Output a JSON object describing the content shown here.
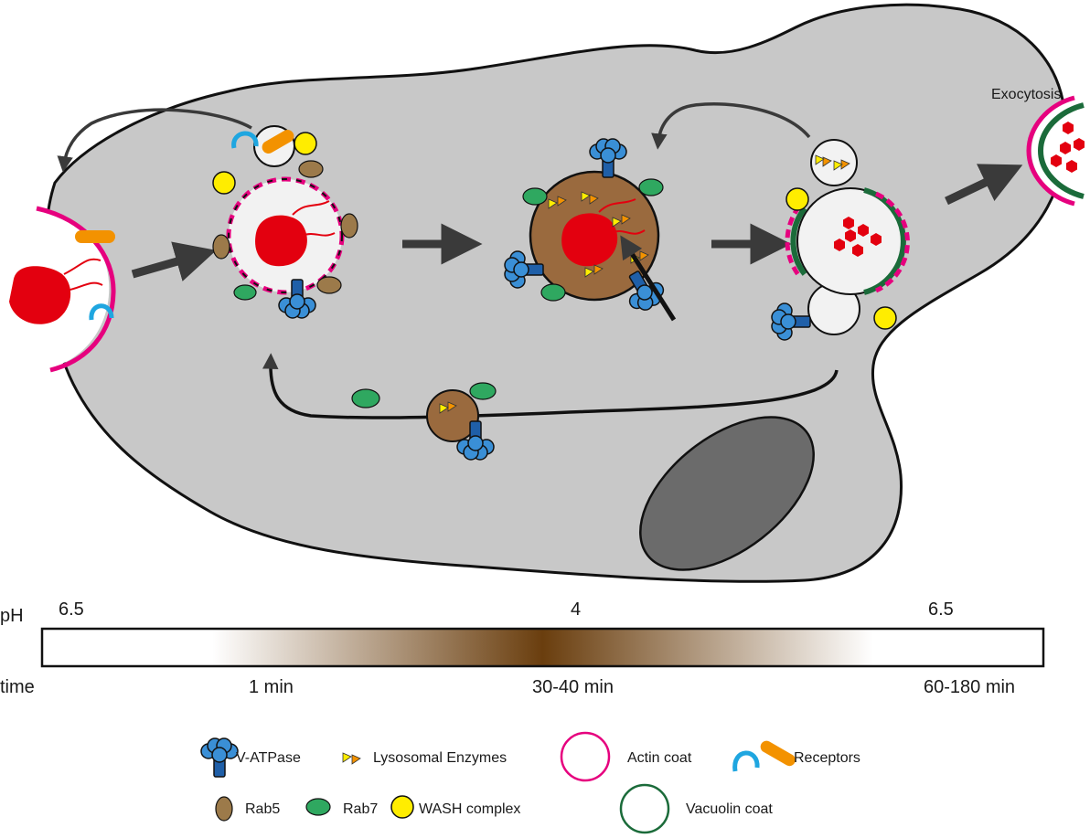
{
  "labels": {
    "exocytosis": "Exocytosis"
  },
  "scale": {
    "ph_label": "pH",
    "ph_start": "6.5",
    "ph_mid": "4",
    "ph_end": "6.5",
    "time_label": "time",
    "time_1": "1 min",
    "time_2": "30-40 min",
    "time_3": "60-180 min"
  },
  "legend": {
    "vatpase": "V-ATPase",
    "lysosomal": "Lysosomal Enzymes",
    "actin": "Actin coat",
    "receptors": "Receptors",
    "rab5": "Rab5",
    "rab7": "Rab7",
    "wash": "WASH complex",
    "vacuolin": "Vacuolin coat"
  },
  "colors": {
    "cell": "#c8c8c8",
    "nucleus": "#6b6b6b",
    "bacterium": "#e3000f",
    "actin": "#e6007e",
    "vacuolin": "#1b6b3a",
    "receptor_blue": "#1fa6e0",
    "receptor_orange": "#f39200",
    "rab5": "#9c7a4a",
    "rab7": "#2fa860",
    "wash": "#ffed00",
    "vatpase": "#3a8fd6",
    "acidic_lumen": "#9a6a3e",
    "arrow": "#3a3a3a"
  },
  "icons": [
    "vatpase-icon",
    "lysosomal-enzyme-icon",
    "actin-coat-icon",
    "receptor-icon",
    "rab5-icon",
    "rab7-icon",
    "wash-complex-icon",
    "vacuolin-coat-icon"
  ]
}
